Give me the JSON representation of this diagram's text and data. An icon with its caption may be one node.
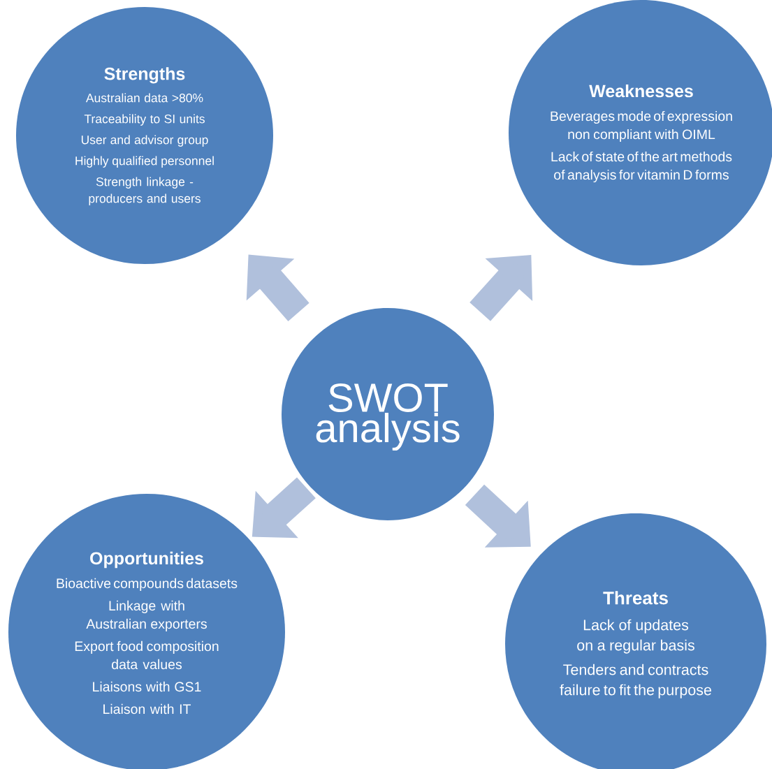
{
  "diagram": {
    "nodes": [
      {
        "text": [
          "Strengths",
          "Australian data >80%",
          "Traceability to SI units",
          "User and advisor group",
          "Highly qualified personnel",
          "Strength linkage - producers and users"
        ]
      },
      {
        "text": [
          "Weaknesses",
          "Beverages mode of expression non compliant with OIML",
          "Lack of state of the art methods of analysis for vitamin D forms"
        ]
      },
      {
        "text": [
          "SWOT analysis"
        ]
      },
      {
        "text": [
          "Opportunities",
          "Bioactive compounds datasets",
          "Linkage with Australian exporters",
          "Export food composition data values",
          "Liaisons with GS1",
          "Liaison with IT"
        ]
      },
      {
        "text": [
          "Threats",
          "Lack of updates on a regular basis",
          "Tenders and contracts failure to fit the purpose"
        ]
      }
    ],
    "edges": [
      {
        "from": 2,
        "to": 0,
        "arrow": "to"
      },
      {
        "from": 2,
        "to": 1,
        "arrow": "to"
      },
      {
        "from": 2,
        "to": 3,
        "arrow": "to"
      },
      {
        "from": 2,
        "to": 4,
        "arrow": "to"
      }
    ]
  }
}
